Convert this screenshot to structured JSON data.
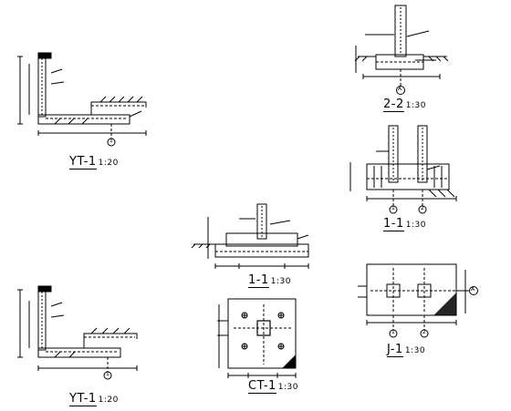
{
  "titles": {
    "yt1_top": "YT-1",
    "yt1_top_scale": "1:20",
    "yt1_bot": "YT-1",
    "yt1_bot_scale": "1:20",
    "s22": "2-2",
    "s22_scale": "1:30",
    "s11_right": "1-1",
    "s11_right_scale": "1:30",
    "s11_mid": "1-1",
    "s11_mid_scale": "1:30",
    "ct1": "CT-1",
    "ct1_scale": "1:30",
    "j1": "J-1",
    "j1_scale": "1:30"
  },
  "axis_marks": {
    "a1": "1",
    "a2": "2",
    "aA": "A"
  },
  "colors": {
    "line": "#000000",
    "paper": "#ffffff"
  }
}
